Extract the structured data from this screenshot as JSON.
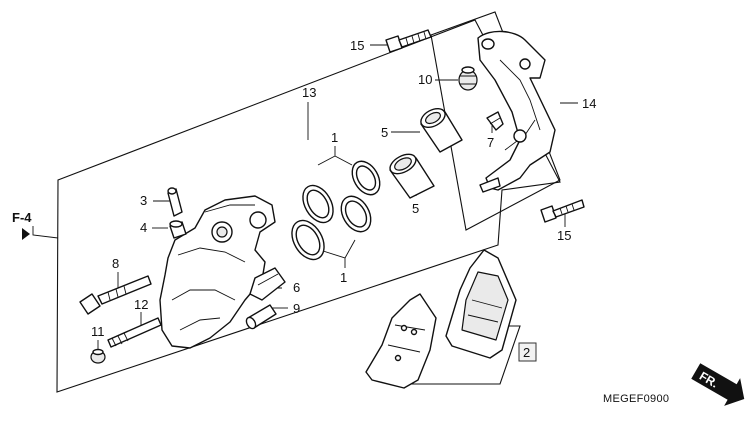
{
  "diagram": {
    "code": "MEGEF0900",
    "frame_ref": "F-4",
    "front_arrow": "FR.",
    "callouts": {
      "c1a": "1",
      "c1b": "1",
      "c2": "2",
      "c3": "3",
      "c4": "4",
      "c5a": "5",
      "c5b": "5",
      "c6": "6",
      "c7": "7",
      "c8": "8",
      "c9": "9",
      "c10": "10",
      "c11": "11",
      "c12": "12",
      "c13": "13",
      "c14": "14",
      "c15a": "15",
      "c15b": "15"
    }
  }
}
